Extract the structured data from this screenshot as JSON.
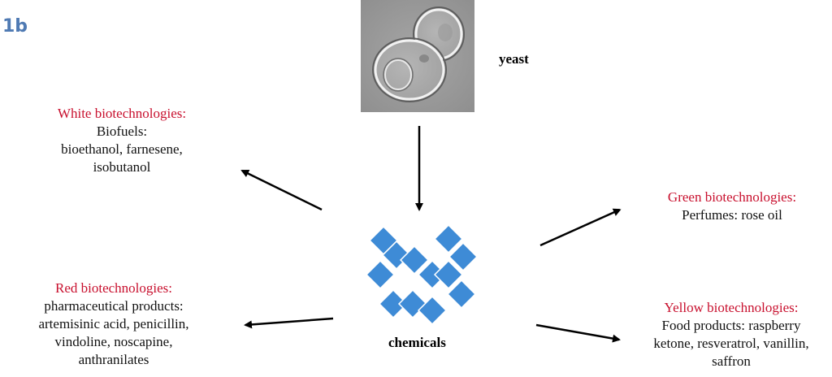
{
  "figure_label": "1b",
  "source": {
    "label": "yeast",
    "image": "yeast-cells-micrograph"
  },
  "center": {
    "label": "chemicals",
    "icon": "blue-diamond-cluster",
    "color": "#3e8bd6"
  },
  "colors": {
    "heading": "#c8102e",
    "text": "#111111",
    "figure_label": "#4f7ab3"
  },
  "categories": [
    {
      "heading": "White biotechnologies:",
      "lines": [
        "Biofuels:",
        "bioethanol, farnesene,",
        "isobutanol"
      ]
    },
    {
      "heading": "Red biotechnologies:",
      "lines": [
        "pharmaceutical products:",
        "artemisinic acid, penicillin,",
        "vindoline, noscapine,",
        "anthranilates"
      ]
    },
    {
      "heading": "Green biotechnologies:",
      "lines": [
        "Perfumes: rose oil"
      ]
    },
    {
      "heading": "Yellow biotechnologies:",
      "lines": [
        "Food products: raspberry",
        "ketone, resveratrol, vanillin,",
        "saffron"
      ]
    }
  ]
}
